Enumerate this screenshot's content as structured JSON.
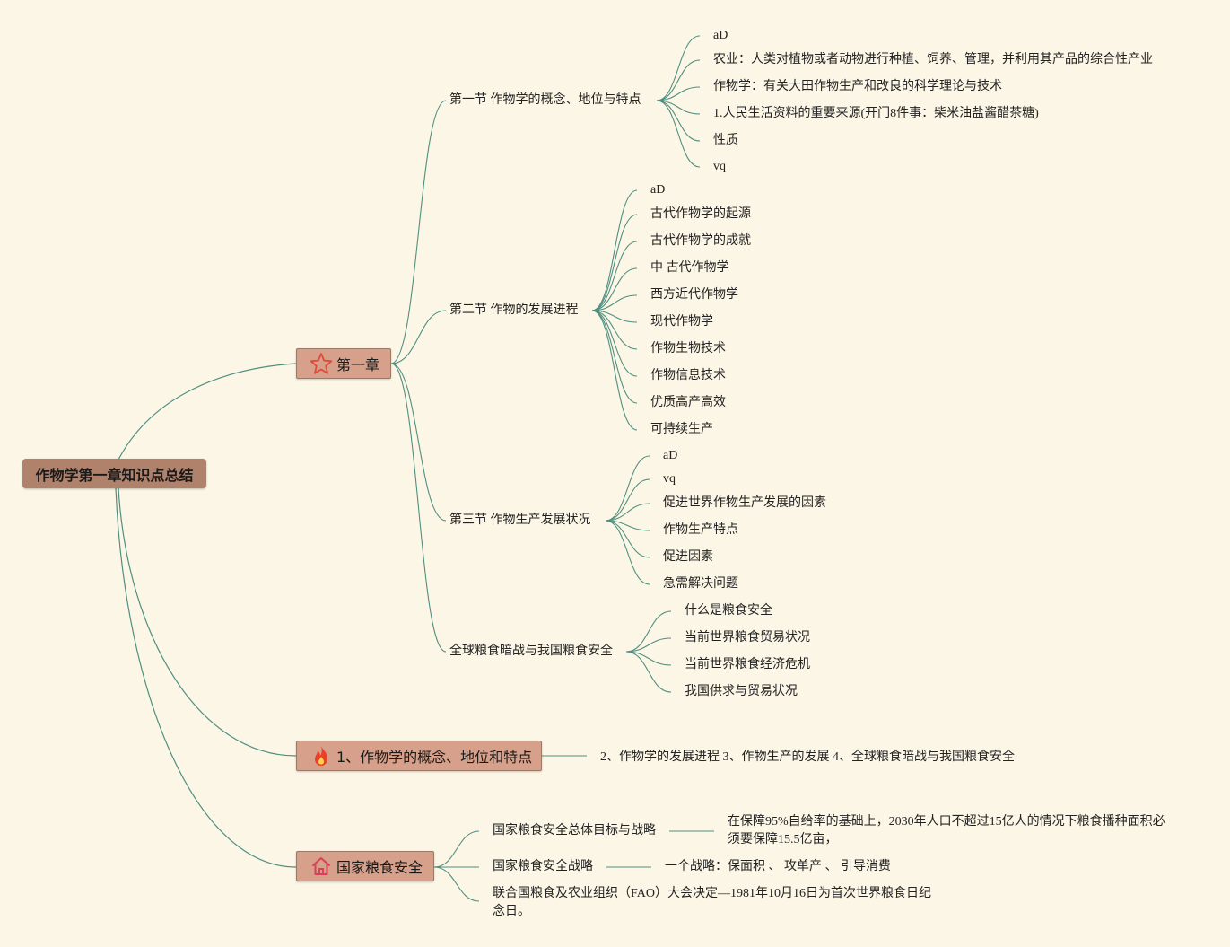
{
  "root": "作物学第一章知识点总结",
  "branch1": {
    "label": "第一章",
    "icon": "star-icon",
    "sections": [
      {
        "label": "第一节 作物学的概念、地位与特点",
        "items": [
          "aD",
          "农业：人类对植物或者动物进行种植、饲养、管理，并利用其产品的综合性产业",
          "作物学：有关大田作物生产和改良的科学理论与技术",
          "1.人民生活资料的重要来源(开门8件事：柴米油盐酱醋茶糖)",
          "性质",
          "vq"
        ]
      },
      {
        "label": "第二节 作物的发展进程",
        "items": [
          "aD",
          "古代作物学的起源",
          "古代作物学的成就",
          "中 古代作物学",
          "西方近代作物学",
          "现代作物学",
          "作物生物技术",
          "作物信息技术",
          "优质高产高效",
          "可持续生产"
        ]
      },
      {
        "label": "第三节 作物生产发展状况",
        "items": [
          "aD",
          "vq",
          "促进世界作物生产发展的因素",
          "作物生产特点",
          "促进因素",
          "急需解决问题"
        ]
      },
      {
        "label": "全球粮食暗战与我国粮食安全",
        "items": [
          "什么是粮食安全",
          "当前世界粮食贸易状况",
          "当前世界粮食经济危机",
          "我国供求与贸易状况"
        ]
      }
    ]
  },
  "branch2": {
    "label": "1、作物学的概念、地位和特点",
    "icon": "fire-icon",
    "detail": "2、作物学的发展进程 3、作物生产的发展 4、全球粮食暗战与我国粮食安全"
  },
  "branch3": {
    "label": "国家粮食安全",
    "icon": "home-icon",
    "items": [
      {
        "label": "国家粮食安全总体目标与战略",
        "detail": "在保障95%自给率的基础上，2030年人口不超过15亿人的情况下粮食播种面积必须要保障15.5亿亩，"
      },
      {
        "label": "国家粮食安全战略",
        "detail": "一个战略：保面积 、 攻单产 、 引导消费"
      },
      {
        "label": "联合国粮食及农业组织（FAO）大会决定—1981年10月16日为首次世界粮食日纪念日。"
      }
    ]
  },
  "colors": {
    "background": "#fcf6e6",
    "edge": "#4f8f80",
    "root_fill": "#b0826c",
    "branch_fill": "#d6a08a",
    "star": "#e04a3a",
    "fire": "#e8402a",
    "home": "#d9405a"
  }
}
